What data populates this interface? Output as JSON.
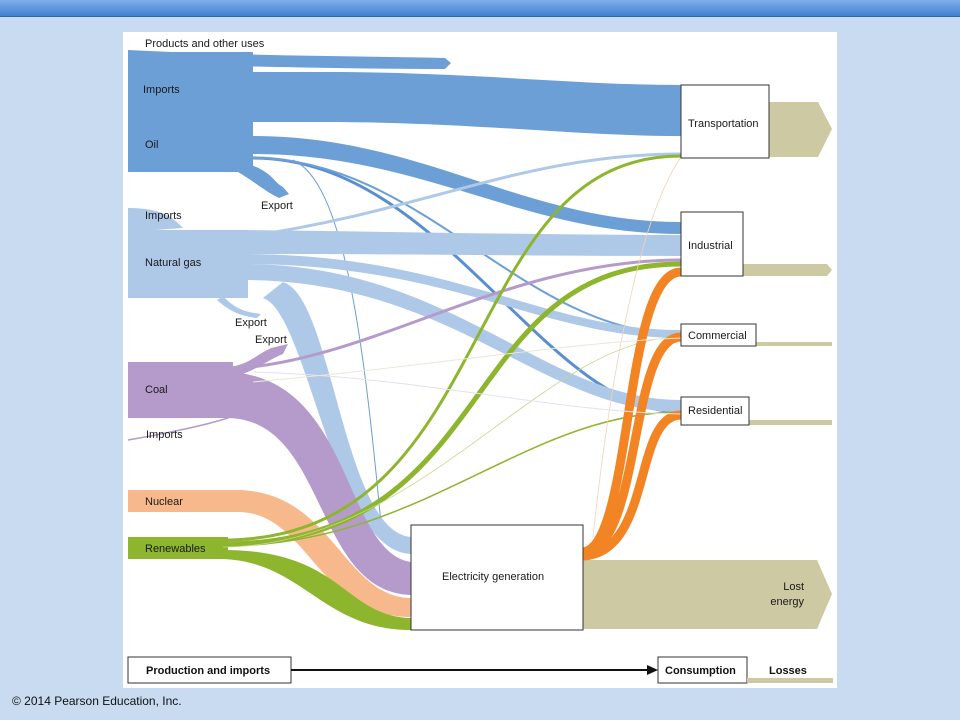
{
  "copyright": "© 2014 Pearson Education, Inc.",
  "sources": {
    "products_other_uses": "Products and other uses",
    "oil_imports": "Imports",
    "oil": "Oil",
    "oil_export": "Export",
    "gas_imports": "Imports",
    "natural_gas": "Natural gas",
    "gas_export": "Export",
    "coal_export": "Export",
    "coal": "Coal",
    "coal_imports": "Imports",
    "nuclear": "Nuclear",
    "renewables": "Renewables"
  },
  "sectors": {
    "transportation": "Transportation",
    "industrial": "Industrial",
    "commercial": "Commercial",
    "residential": "Residential",
    "electricity_generation": "Electricity generation",
    "lost_energy_line1": "Lost",
    "lost_energy_line2": "energy"
  },
  "legend": {
    "production": "Production and imports",
    "consumption": "Consumption",
    "losses": "Losses"
  },
  "colors": {
    "oil": "#6c9fd5",
    "gas": "#aec8e8",
    "coal": "#b49bcb",
    "nuclear": "#f7b98c",
    "renewables": "#8db52e",
    "electricity": "#f28424",
    "losses": "#cdc9a3"
  }
}
